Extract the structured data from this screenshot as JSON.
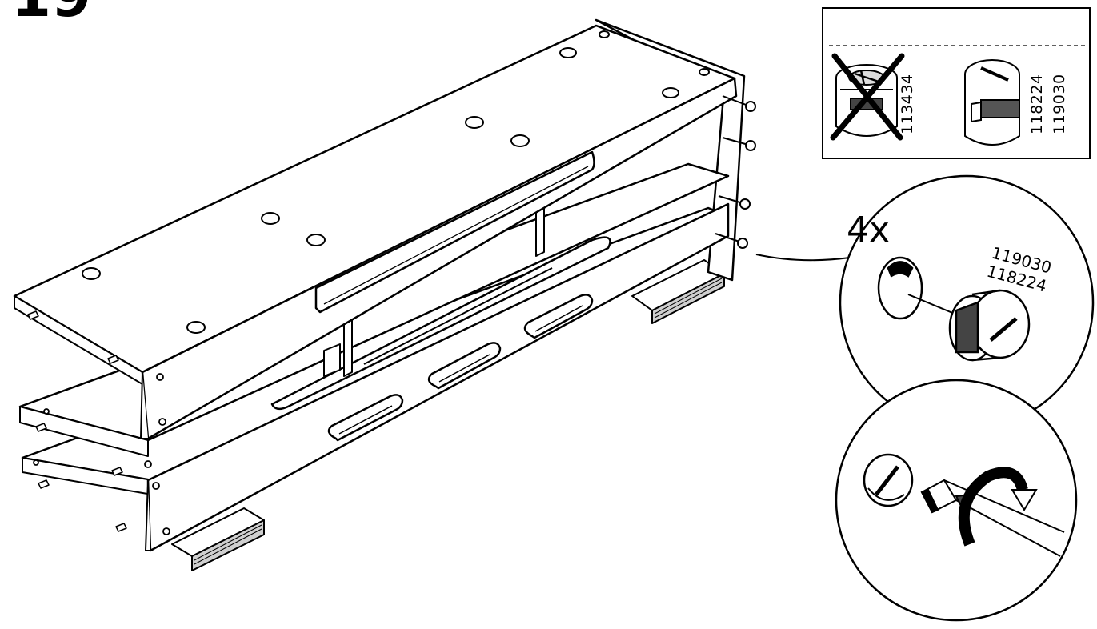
{
  "step": {
    "number": "19"
  },
  "legend": {
    "wrong_part": {
      "label": "113434",
      "icon": "old-cam-lock-crossed-out"
    },
    "correct_part": {
      "labels": [
        "118224",
        "119030"
      ],
      "icon": "cam-lock-nut"
    }
  },
  "callout": {
    "quantity": "4x",
    "part_labels": [
      "119030",
      "118224"
    ]
  },
  "tool": {
    "icon": "flat-screwdriver",
    "action": "turn-clockwise"
  },
  "colors": {
    "line": "#000000",
    "paper": "#ffffff",
    "shade": "#bdbdbd"
  }
}
